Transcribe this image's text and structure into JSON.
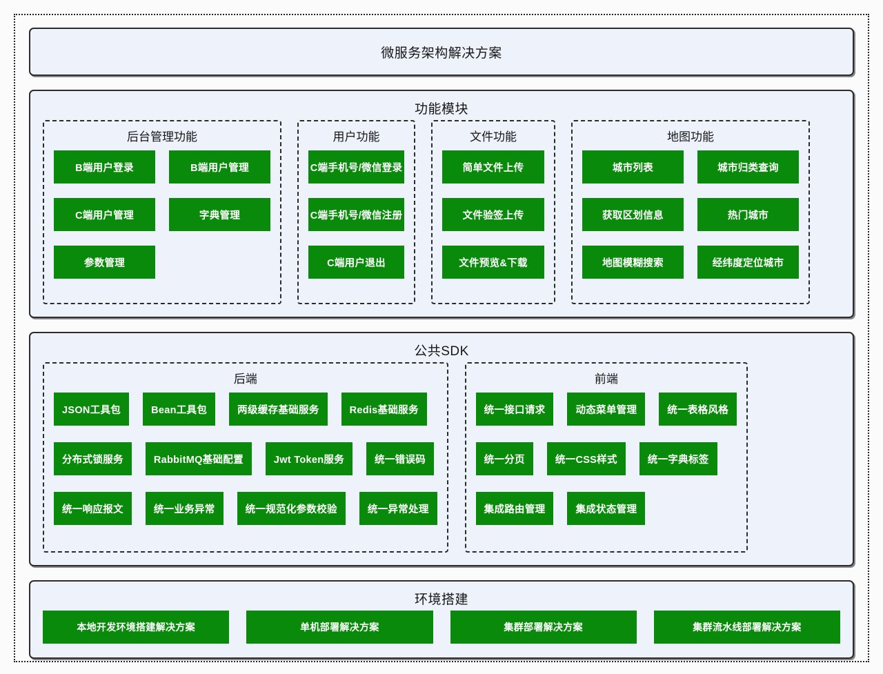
{
  "title": "微服务架构解决方案",
  "colors": {
    "box_green": "#0a8a0a",
    "panel_fill": "#edf2fb",
    "panel_border": "#2b2b2b",
    "page_background": "#fbfbfb",
    "box_text": "#ffffff"
  },
  "sections": [
    {
      "heading": "功能模块",
      "groups": [
        {
          "heading": "后台管理功能",
          "rows": [
            [
              "B端用户登录",
              "B端用户管理"
            ],
            [
              "C端用户管理",
              "字典管理"
            ],
            [
              "参数管理"
            ]
          ]
        },
        {
          "heading": "用户功能",
          "rows": [
            [
              "C端手机号/微信登录"
            ],
            [
              "C端手机号/微信注册"
            ],
            [
              "C端用户退出"
            ]
          ]
        },
        {
          "heading": "文件功能",
          "rows": [
            [
              "简单文件上传"
            ],
            [
              "文件验签上传"
            ],
            [
              "文件预览&下载"
            ]
          ]
        },
        {
          "heading": "地图功能",
          "rows": [
            [
              "城市列表",
              "城市归类查询"
            ],
            [
              "获取区划信息",
              "热门城市"
            ],
            [
              "地图模糊搜索",
              "经纬度定位城市"
            ]
          ]
        }
      ]
    },
    {
      "heading": "公共SDK",
      "groups": [
        {
          "heading": "后端",
          "rows": [
            [
              "JSON工具包",
              "Bean工具包",
              "两级缓存基础服务",
              "Redis基础服务"
            ],
            [
              "分布式锁服务",
              "RabbitMQ基础配置",
              "Jwt Token服务",
              "统一错误码"
            ],
            [
              "统一响应报文",
              "统一业务异常",
              "统一规范化参数校验",
              "统一异常处理"
            ]
          ]
        },
        {
          "heading": "前端",
          "rows": [
            [
              "统一接口请求",
              "动态菜单管理",
              "统一表格风格"
            ],
            [
              "统一分页",
              "统一CSS样式",
              "统一字典标签"
            ],
            [
              "集成路由管理",
              "集成状态管理"
            ]
          ]
        }
      ]
    },
    {
      "heading": "环境搭建",
      "groups": [],
      "boxes": [
        "本地开发环境搭建解决方案",
        "单机部署解决方案",
        "集群部署解决方案",
        "集群流水线部署解决方案"
      ]
    }
  ]
}
